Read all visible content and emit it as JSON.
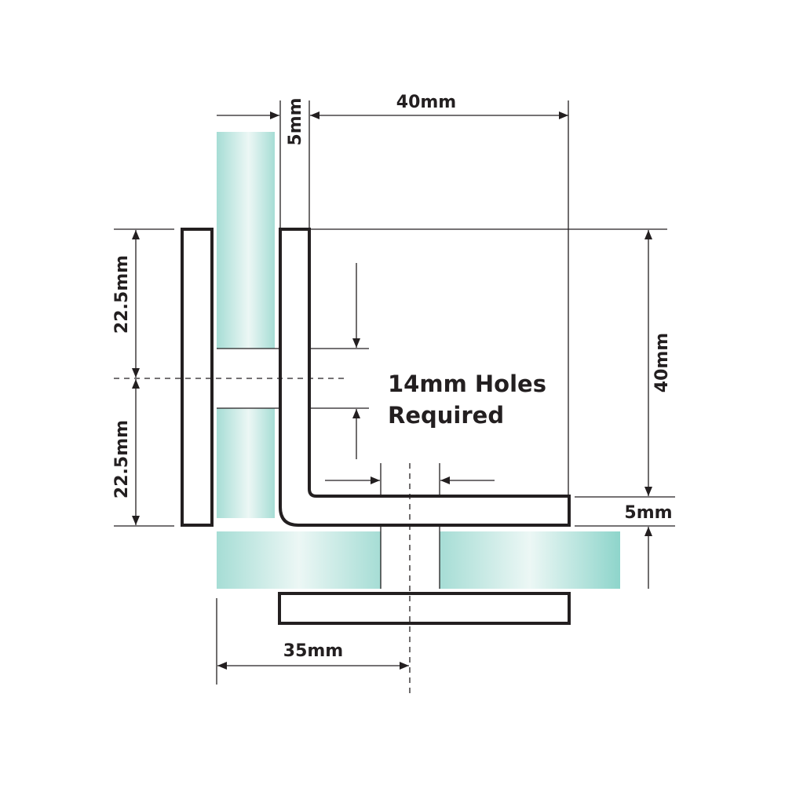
{
  "colors": {
    "line": "#231f20",
    "glass_edge": "#9fdcd4",
    "glass_mid": "#e9f5f3",
    "background": "#ffffff"
  },
  "dimensions": {
    "top_width": "40mm",
    "gap_width": "5mm",
    "right_height": "40mm",
    "right_thickness": "5mm",
    "left_upper": "22.5mm",
    "left_lower": "22.5mm",
    "bottom_offset": "35mm"
  },
  "note": {
    "line1": "14mm Holes",
    "line2": "Required"
  }
}
